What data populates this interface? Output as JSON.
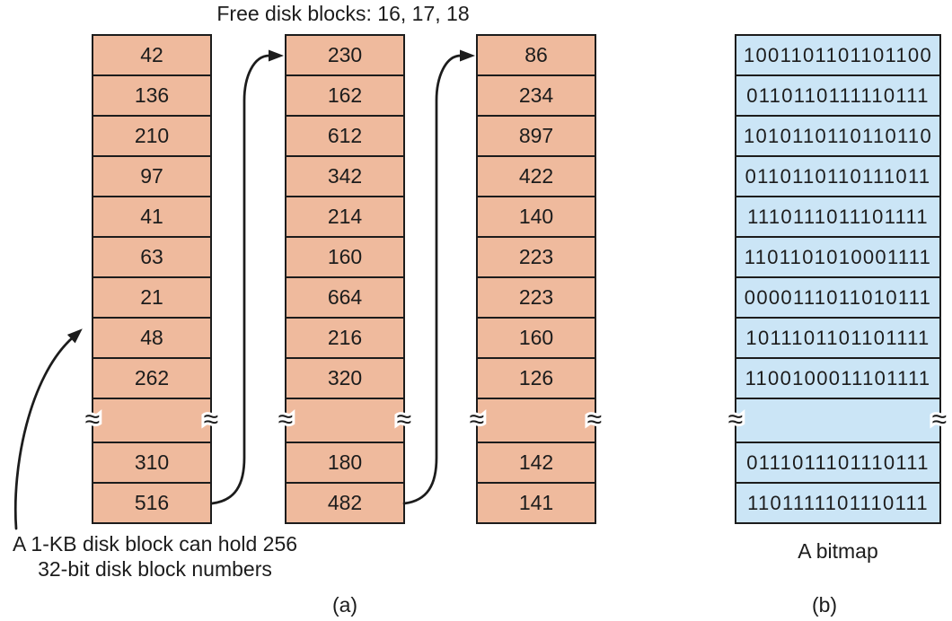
{
  "title": "Free disk blocks: 16, 17, 18",
  "linked_list": {
    "caption_line1": "A 1-KB disk block can hold 256",
    "caption_line2": "32-bit disk block numbers",
    "panel_label": "(a)",
    "columns": [
      {
        "top": [
          "42",
          "136",
          "210",
          "97",
          "41",
          "63",
          "21",
          "48",
          "262"
        ],
        "bottom": [
          "310",
          "516"
        ]
      },
      {
        "top": [
          "230",
          "162",
          "612",
          "342",
          "214",
          "160",
          "664",
          "216",
          "320"
        ],
        "bottom": [
          "180",
          "482"
        ]
      },
      {
        "top": [
          "86",
          "234",
          "897",
          "422",
          "140",
          "223",
          "223",
          "160",
          "126"
        ],
        "bottom": [
          "142",
          "141"
        ]
      }
    ]
  },
  "bitmap": {
    "label": "A bitmap",
    "panel_label": "(b)",
    "rows_top": [
      "1001101101101100",
      "0110110111110111",
      "1010110110110110",
      "0110110110111011",
      "1110111011101111",
      "1101101010001111",
      "0000111011010111",
      "1011101101101111",
      "1100100011101111"
    ],
    "rows_bottom": [
      "0111011101110111",
      "1101111101110111"
    ]
  },
  "icons": {
    "break_mark": "≈"
  },
  "colors": {
    "block_fill": "#EFBA9D",
    "bitmap_fill": "#CBE5F6",
    "line": "#1C1C1C",
    "background": "#FFFFFF"
  }
}
